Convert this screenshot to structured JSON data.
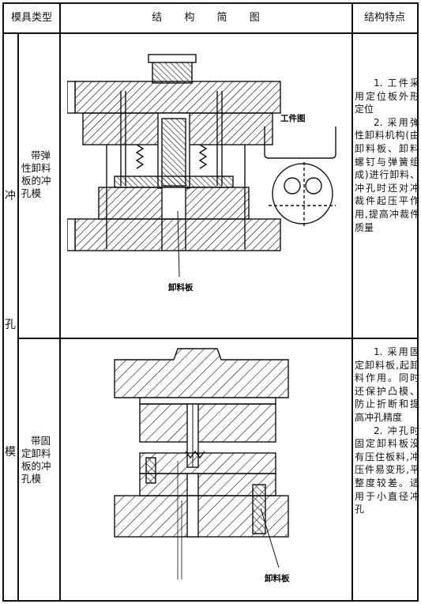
{
  "header": {
    "col1": "模具类型",
    "col2": "结 构 简 图",
    "col3": "结构特点"
  },
  "category": [
    "冲",
    "孔",
    "模"
  ],
  "rows": [
    {
      "type": "带弹性卸料板的冲孔模",
      "type_lines": [
        "带弹",
        "性卸料",
        "板的冲",
        "孔模"
      ],
      "figure_labels": [
        "工件图",
        "卸料板"
      ],
      "features": [
        "1. 工件采用定位板外形定位",
        "2. 采用弹性卸料机构(由卸料板、卸料螺钉与弹簧组成)进行卸料、冲孔时还对冲裁件起压平作用,提高冲裁件质量"
      ]
    },
    {
      "type": "带固定卸料板的冲孔模",
      "type_lines": [
        "带固",
        "定卸料",
        "板的冲",
        "孔模"
      ],
      "figure_labels": [
        "卸料板"
      ],
      "features": [
        "1. 采用固定卸料板,起卸料作用。同时还保护凸模、防止折断和提高冲孔精度",
        "2. 冲孔时固定卸料板没有压住板料,冲压件易变形,平整度较差。适用于小直径冲孔"
      ]
    }
  ]
}
